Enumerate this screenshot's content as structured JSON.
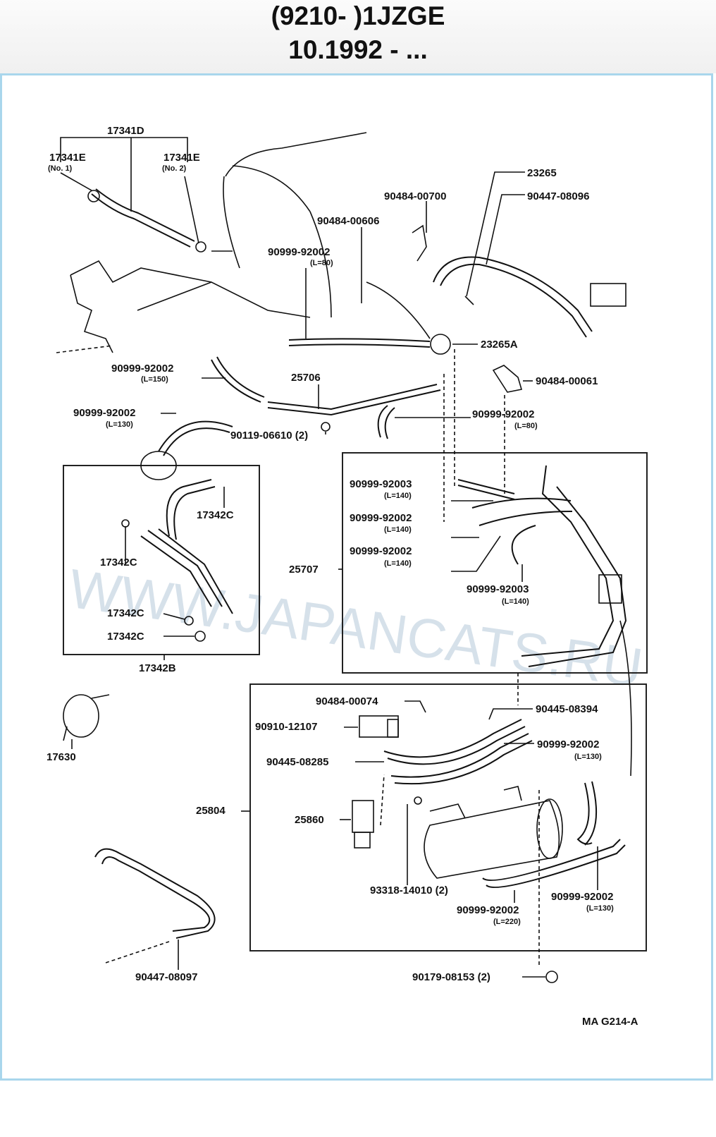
{
  "header": {
    "title_line1": "(9210- )1JZGE",
    "title_line2": "10.1992 - ..."
  },
  "diagram": {
    "watermark": "WWW.JAPANCATS.RU",
    "diagram_code": "MA  G214-A",
    "labels": {
      "p17341D": "17341D",
      "p17341E_1": "17341E",
      "p17341E_1_sub": "(No. 1)",
      "p17341E_2": "17341E",
      "p17341E_2_sub": "(No. 2)",
      "p23265": "23265",
      "p90484_00700": "90484-00700",
      "p90447_08096": "90447-08096",
      "p90484_00606": "90484-00606",
      "p90999_92002_L80a": "90999-92002",
      "p90999_92002_L80a_sub": "(L=80)",
      "p23265A": "23265A",
      "p90999_92002_L150": "90999-92002",
      "p90999_92002_L150_sub": "(L=150)",
      "p25706": "25706",
      "p90484_00061": "90484-00061",
      "p90999_92002_L130a": "90999-92002",
      "p90999_92002_L130a_sub": "(L=130)",
      "p90999_92002_L80b": "90999-92002",
      "p90999_92002_L80b_sub": "(L=80)",
      "p90119_06610": "90119-06610 (2)",
      "p17342C_a": "17342C",
      "p17342C_b": "17342C",
      "p17342C_c": "17342C",
      "p17342C_d": "17342C",
      "p17342B": "17342B",
      "p90999_92003_L140a": "90999-92003",
      "p90999_92003_L140a_sub": "(L=140)",
      "p90999_92002_L140b": "90999-92002",
      "p90999_92002_L140b_sub": "(L=140)",
      "p90999_92002_L140c": "90999-92002",
      "p90999_92002_L140c_sub": "(L=140)",
      "p25707": "25707",
      "p90999_92003_L140d": "90999-92003",
      "p90999_92003_L140d_sub": "(L=140)",
      "p17630": "17630",
      "p90484_00074": "90484-00074",
      "p90910_12107": "90910-12107",
      "p90445_08394": "90445-08394",
      "p90999_92002_L130b": "90999-92002",
      "p90999_92002_L130b_sub": "(L=130)",
      "p90445_08285": "90445-08285",
      "p25804": "25804",
      "p25860": "25860",
      "p93318_14010": "93318-14010 (2)",
      "p90999_92002_L220": "90999-92002",
      "p90999_92002_L220_sub": "(L=220)",
      "p90999_92002_L130c": "90999-92002",
      "p90999_92002_L130c_sub": "(L=130)",
      "p90447_08097": "90447-08097",
      "p90179_08153": "90179-08153 (2)"
    }
  }
}
